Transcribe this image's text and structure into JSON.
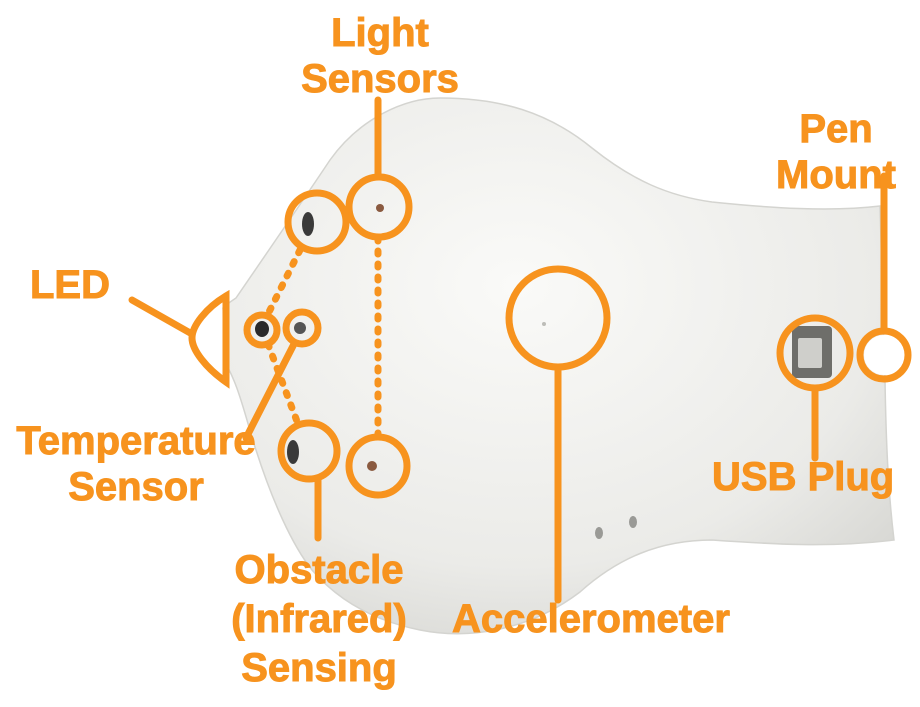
{
  "labels": {
    "light_sensors": [
      "Light",
      "Sensors"
    ],
    "pen_mount": [
      "Pen",
      "Mount"
    ],
    "led": "LED",
    "temperature_sensor": [
      "Temperature",
      "Sensor"
    ],
    "obstacle_sensing": [
      "Obstacle",
      "(Infrared)",
      "Sensing"
    ],
    "accelerometer": "Accelerometer",
    "usb_plug": "USB Plug"
  },
  "colors": {
    "annotation": "#F7931E",
    "robot_body": "#ECECEA",
    "robot_shadow": "#D2D2CF",
    "background": "#FFFFFF"
  }
}
